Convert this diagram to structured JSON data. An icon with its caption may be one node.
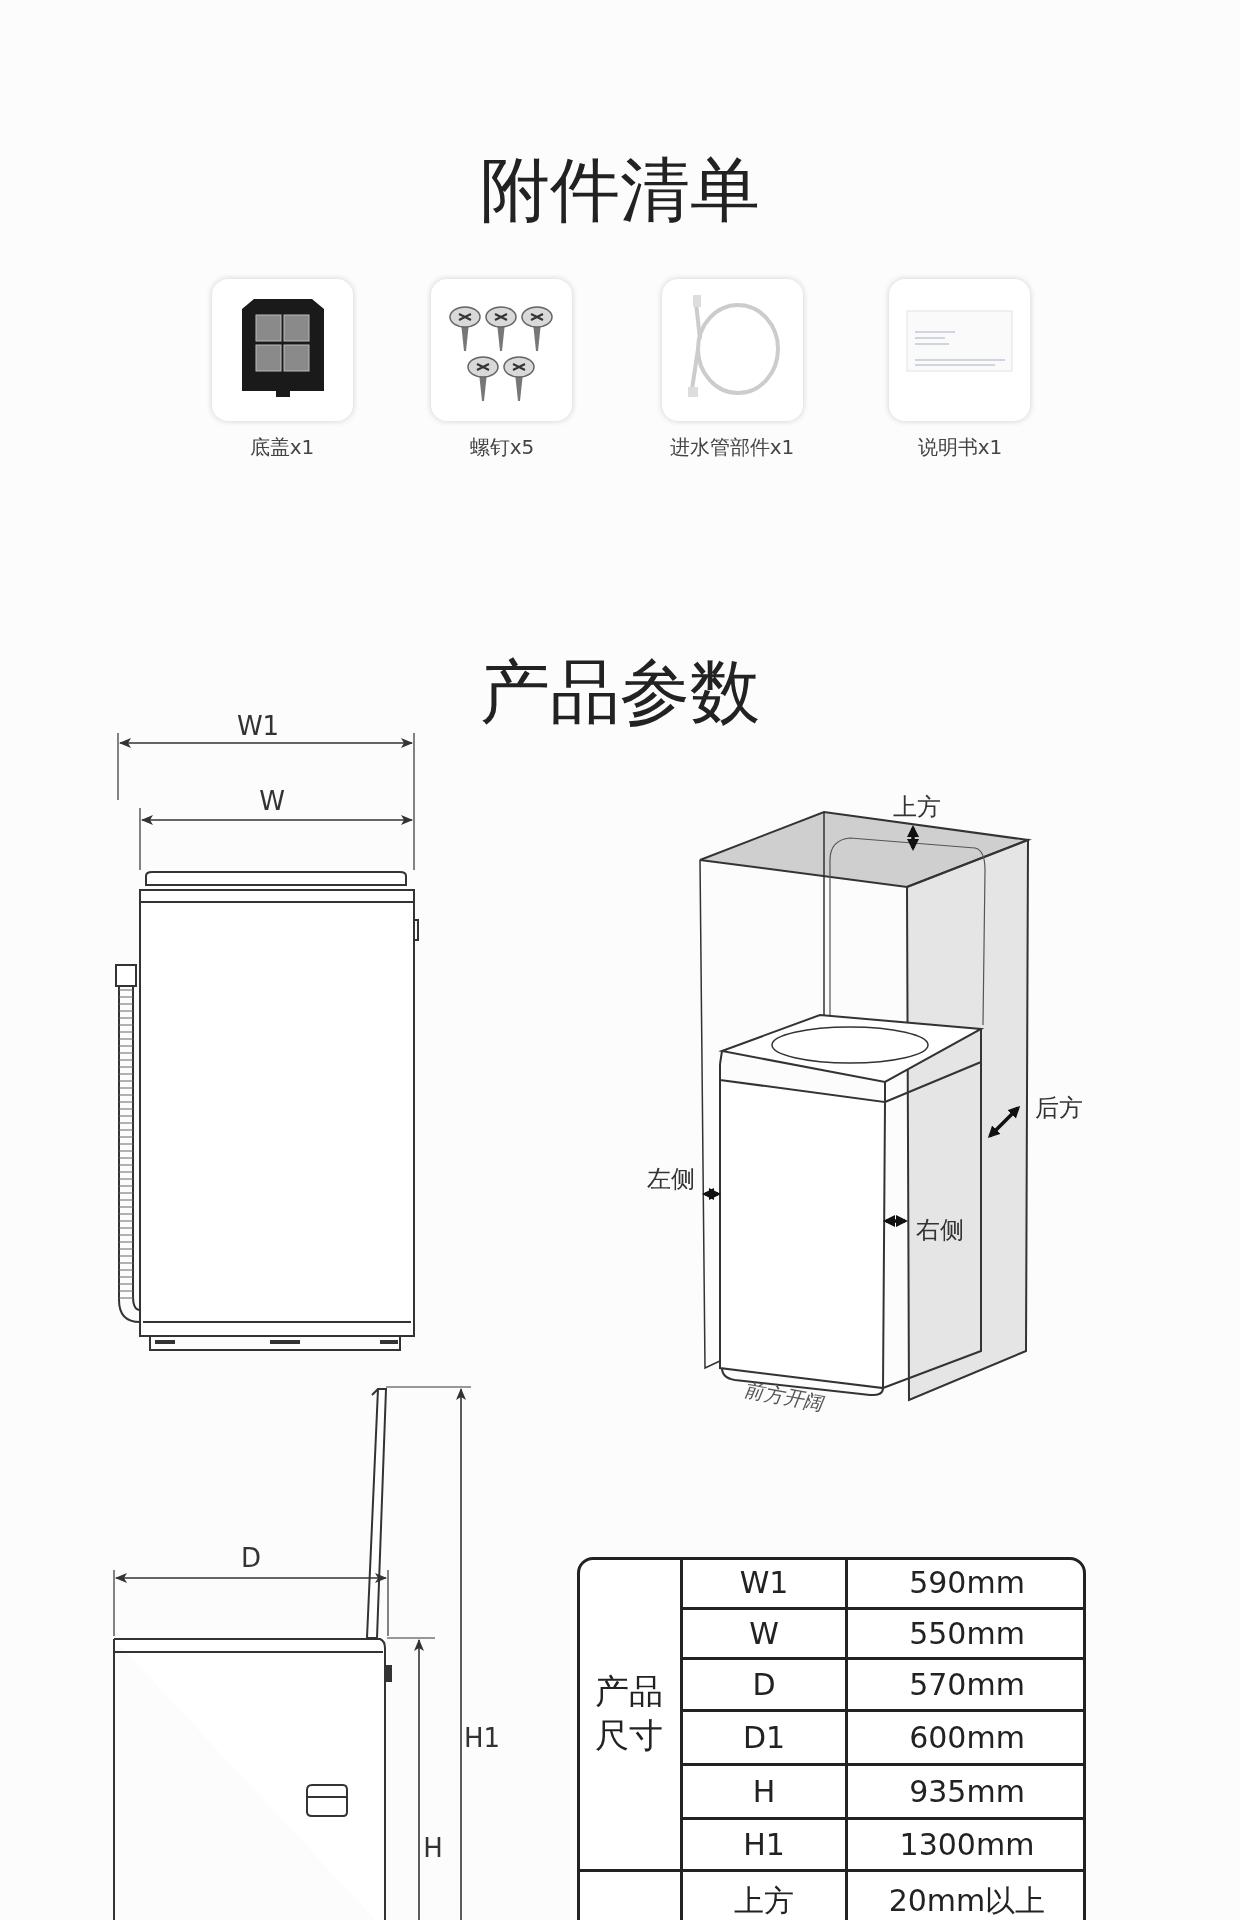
{
  "diagram": {
    "title": "附件清单",
    "labels": [
      "底盖x1",
      "螺钉x5",
      "进水管部件x1",
      "说明书x1",
      "产品参数",
      "W1",
      "W",
      "上方",
      "后方",
      "左侧",
      "右侧",
      "前方开阔",
      "D",
      "H1",
      "H",
      "产品尺寸",
      "W1",
      "590mm",
      "W",
      "550mm",
      "D",
      "570mm",
      "D1",
      "600mm",
      "H",
      "935mm",
      "H1",
      "1300mm",
      "上方",
      "20mm以上"
    ]
  }
}
